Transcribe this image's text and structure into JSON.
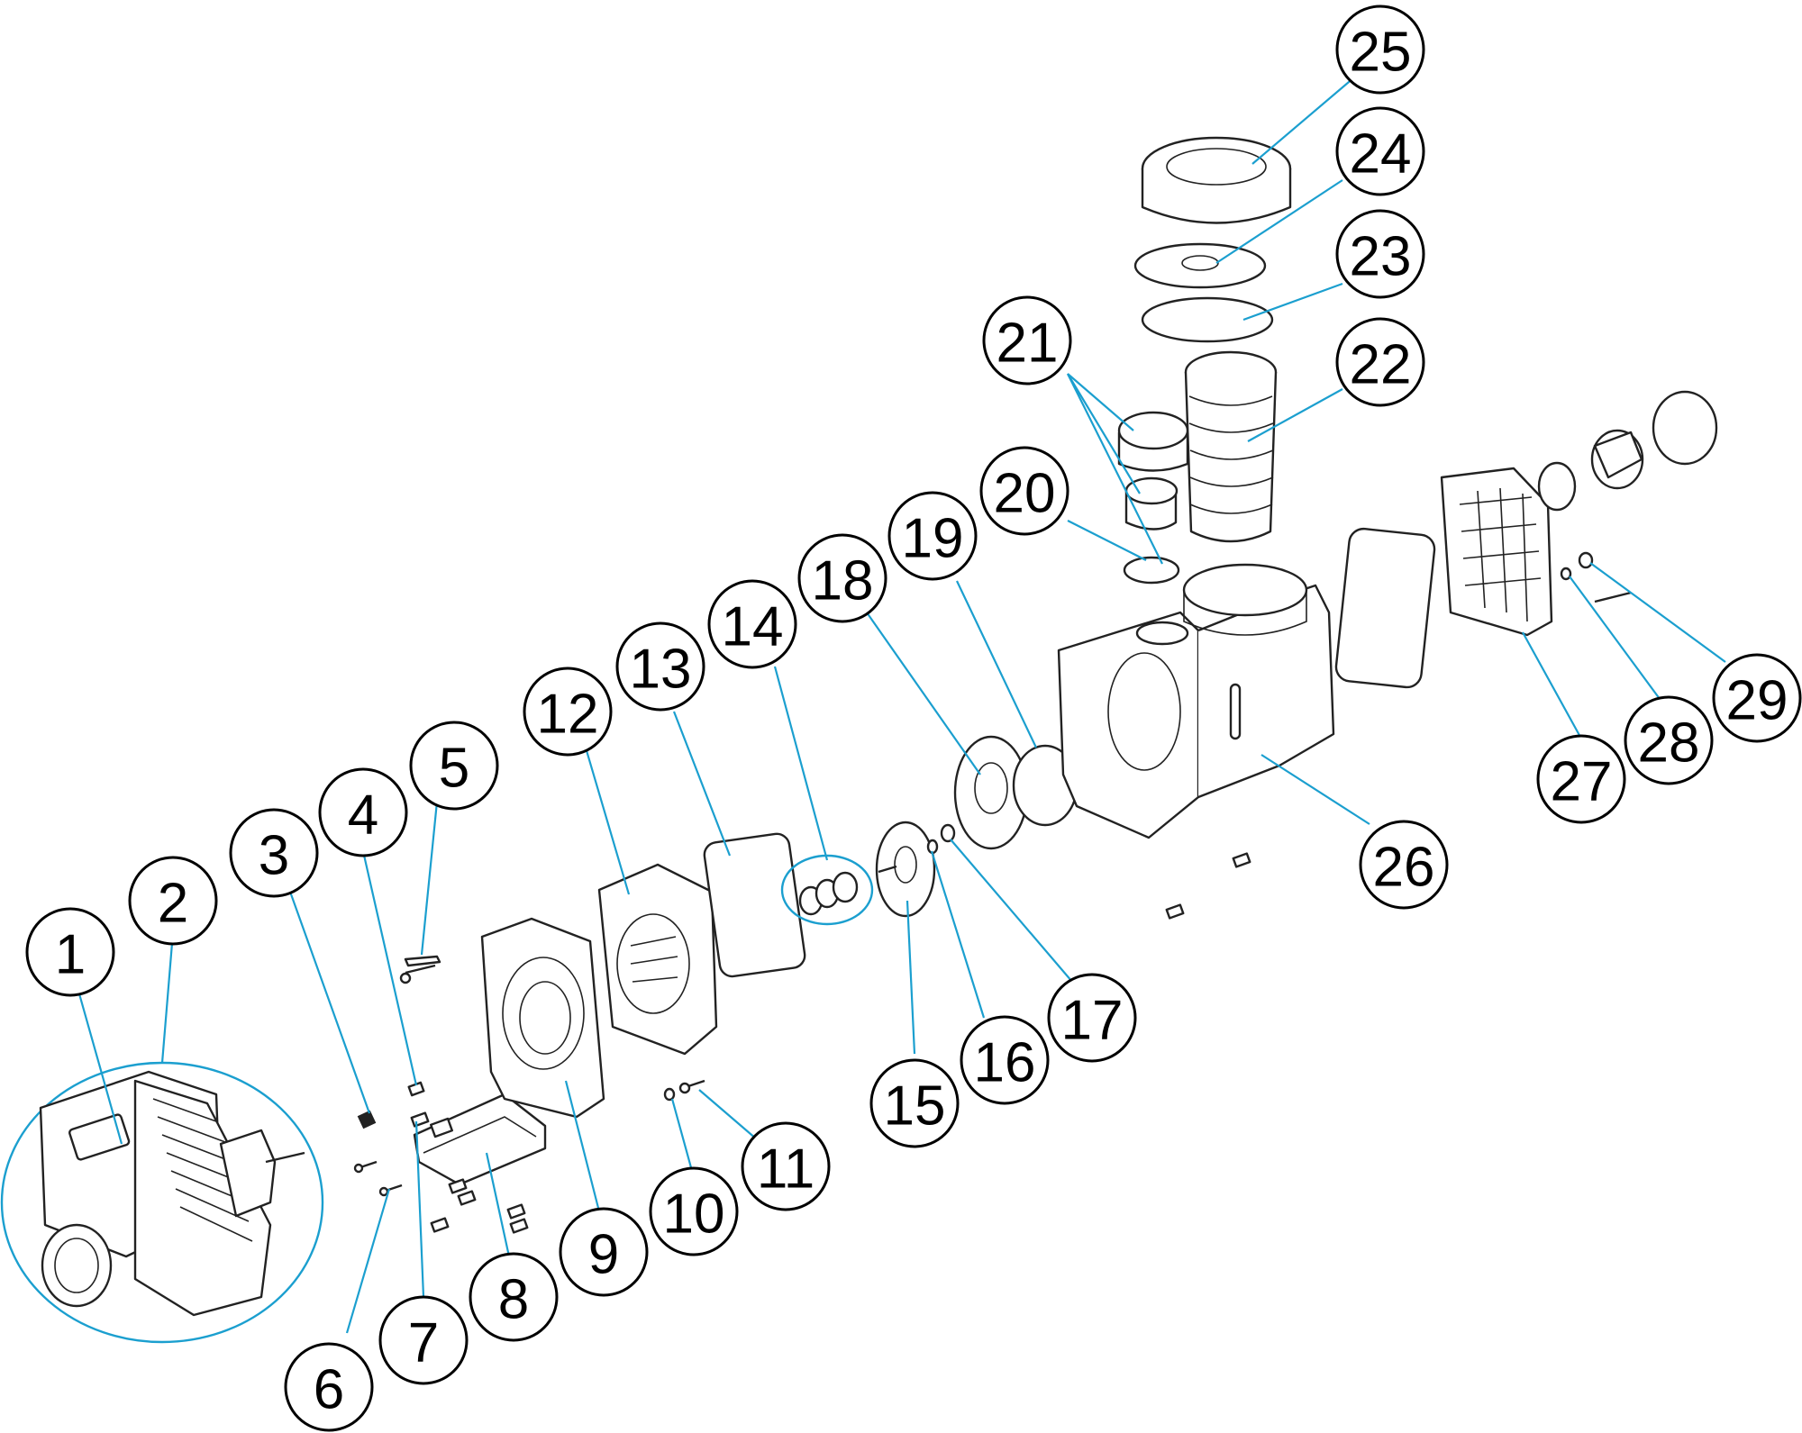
{
  "diagram": {
    "type": "exploded-parts-view",
    "colors": {
      "leader": "#1b9fcf",
      "outline": "#222222",
      "callout": "#000000",
      "background": "#ffffff"
    },
    "callouts": [
      {
        "id": "c1",
        "label": "1"
      },
      {
        "id": "c2",
        "label": "2"
      },
      {
        "id": "c3",
        "label": "3"
      },
      {
        "id": "c4",
        "label": "4"
      },
      {
        "id": "c5",
        "label": "5"
      },
      {
        "id": "c6",
        "label": "6"
      },
      {
        "id": "c7",
        "label": "7"
      },
      {
        "id": "c8",
        "label": "8"
      },
      {
        "id": "c9",
        "label": "9"
      },
      {
        "id": "c10",
        "label": "10"
      },
      {
        "id": "c11",
        "label": "11"
      },
      {
        "id": "c12",
        "label": "12"
      },
      {
        "id": "c13",
        "label": "13"
      },
      {
        "id": "c14",
        "label": "14"
      },
      {
        "id": "c15",
        "label": "15"
      },
      {
        "id": "c16",
        "label": "16"
      },
      {
        "id": "c17",
        "label": "17"
      },
      {
        "id": "c18",
        "label": "18"
      },
      {
        "id": "c19",
        "label": "19"
      },
      {
        "id": "c20",
        "label": "20"
      },
      {
        "id": "c21",
        "label": "21"
      },
      {
        "id": "c22",
        "label": "22"
      },
      {
        "id": "c23",
        "label": "23"
      },
      {
        "id": "c24",
        "label": "24"
      },
      {
        "id": "c25",
        "label": "25"
      },
      {
        "id": "c26",
        "label": "26"
      },
      {
        "id": "c27",
        "label": "27"
      },
      {
        "id": "c28",
        "label": "28"
      },
      {
        "id": "c29",
        "label": "29"
      }
    ]
  }
}
